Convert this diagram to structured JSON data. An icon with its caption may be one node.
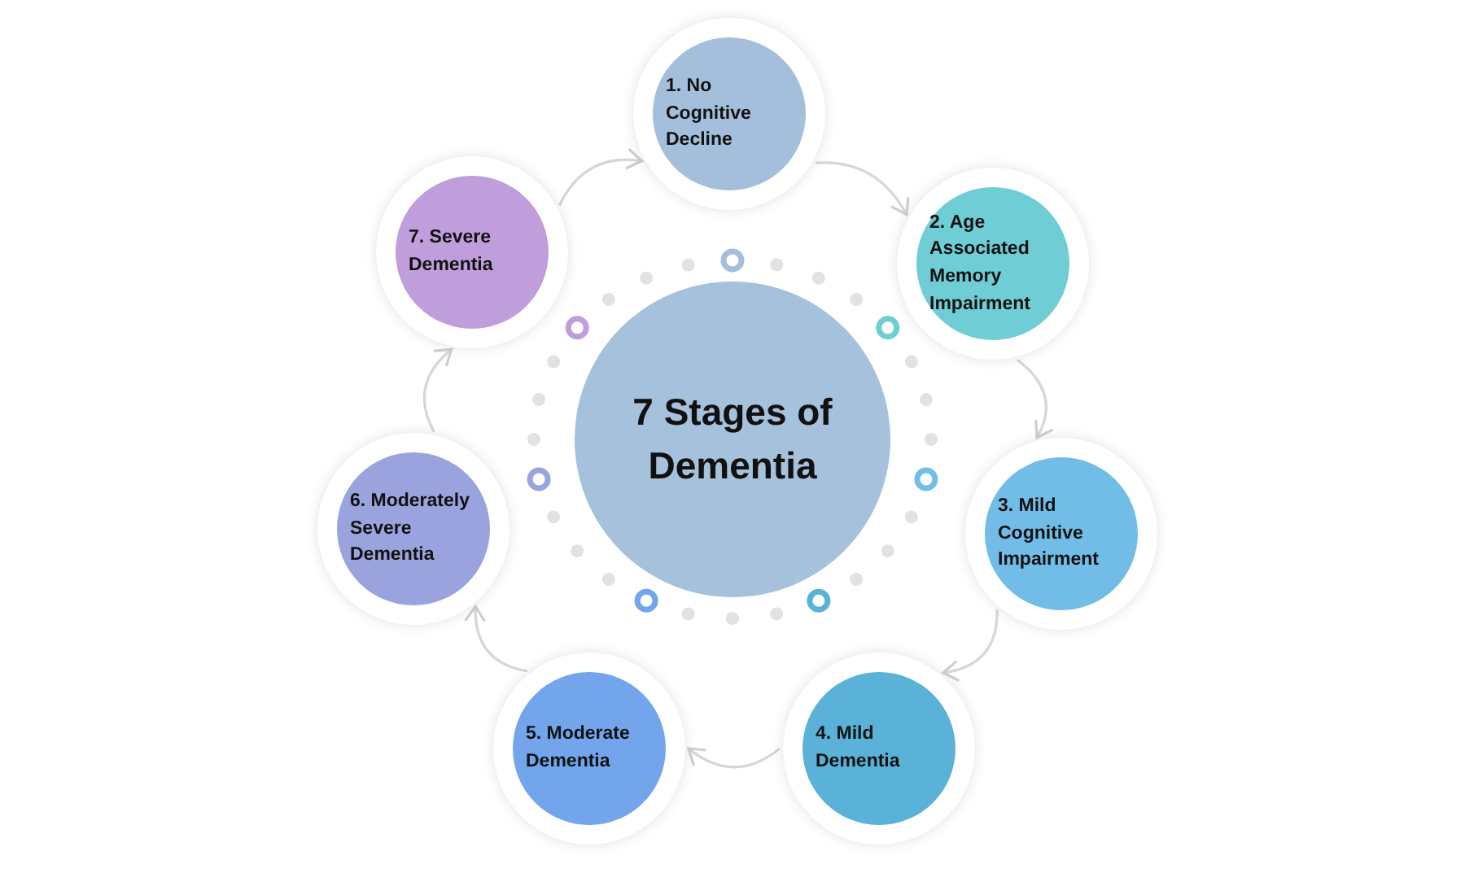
{
  "diagram": {
    "nodes": [
      {
        "text": [
          "7 Stages of Dementia"
        ]
      },
      {
        "text": [
          "1. No Cognitive Decline"
        ]
      },
      {
        "text": [
          "2. Age Associated Memory Impairment"
        ]
      },
      {
        "text": [
          "3. Mild Cognitive Impairment"
        ]
      },
      {
        "text": [
          "4. Mild Dementia"
        ]
      },
      {
        "text": [
          "5. Moderate Dementia"
        ]
      },
      {
        "text": [
          "6. Moderately Severe Dementia"
        ]
      },
      {
        "text": [
          "7. Severe Dementia"
        ]
      }
    ],
    "edges": [
      {
        "from": 1,
        "to": 2,
        "arrow": "to"
      },
      {
        "from": 2,
        "to": 3,
        "arrow": "to"
      },
      {
        "from": 3,
        "to": 4,
        "arrow": "to"
      },
      {
        "from": 4,
        "to": 5,
        "arrow": "to"
      },
      {
        "from": 5,
        "to": 6,
        "arrow": "to"
      },
      {
        "from": 6,
        "to": 7,
        "arrow": "to"
      },
      {
        "from": 7,
        "to": 1,
        "arrow": "to"
      }
    ]
  }
}
